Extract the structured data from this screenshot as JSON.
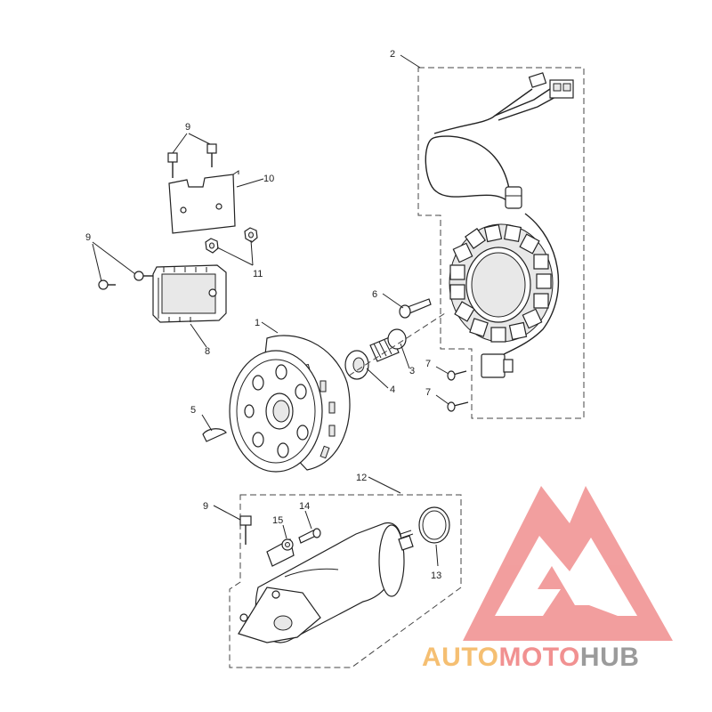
{
  "callouts": {
    "c1": "1",
    "c2": "2",
    "c3": "3",
    "c4": "4",
    "c5": "5",
    "c6": "6",
    "c7a": "7",
    "c7b": "7",
    "c8": "8",
    "c9a": "9",
    "c9b": "9",
    "c9c": "9",
    "c10": "10",
    "c11": "11",
    "c12": "12",
    "c13": "13",
    "c14": "14",
    "c15": "15"
  },
  "watermark": {
    "part1": "AUTO",
    "part2": "MOTO",
    "part3": "HUB",
    "colors": {
      "auto": "#f4b45a",
      "moto": "#ef7e7e",
      "hub": "#8a8a8a",
      "triangle": "#f08e8e"
    }
  }
}
